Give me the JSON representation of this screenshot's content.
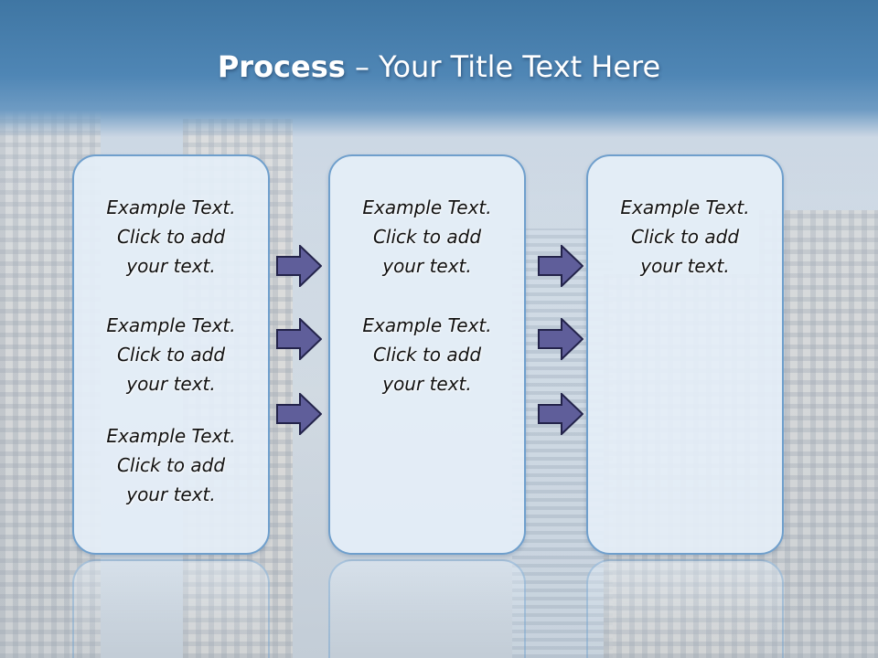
{
  "title": {
    "bold": "Process",
    "rest": " – Your Title Text Here"
  },
  "columns": [
    {
      "blocks": [
        {
          "line1": "Example Text.",
          "line2": "Click  to add",
          "line3": "your text."
        },
        {
          "line1": "Example Text.",
          "line2": "Click  to add",
          "line3": "your text."
        },
        {
          "line1": "Example Text.",
          "line2": "Click  to add",
          "line3": "your text."
        }
      ]
    },
    {
      "blocks": [
        {
          "line1": "Example Text.",
          "line2": "Click  to add",
          "line3": "your text."
        },
        {
          "line1": "Example Text.",
          "line2": "Click  to add",
          "line3": "your text."
        }
      ]
    },
    {
      "blocks": [
        {
          "line1": "Example Text.",
          "line2": "Click  to add",
          "line3": "your text."
        }
      ]
    }
  ],
  "colors": {
    "header": "#4f86b5",
    "panel_border": "#6f9fcc",
    "arrow_fill": "#5f5e9a",
    "arrow_stroke": "#23234a"
  }
}
